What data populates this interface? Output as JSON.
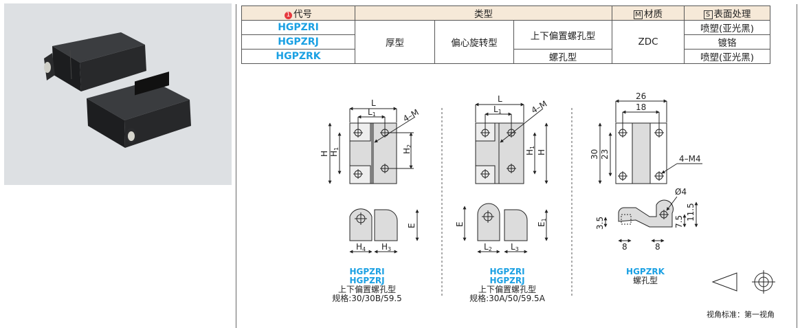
{
  "table": {
    "headers": {
      "code": "代号",
      "code_badge": "1",
      "type": "类型",
      "material": "材质",
      "material_badge": "M",
      "surface": "表面处理",
      "surface_badge": "S"
    },
    "codes": [
      "HGPZRI",
      "HGPZRJ",
      "HGPZRK"
    ],
    "type_thickness": "厚型",
    "type_rotation": "偏心旋转型",
    "type_mount_a": "上下偏置螺孔型",
    "type_mount_b": "螺孔型",
    "material": "ZDC",
    "surfaces": [
      "喷塑(亚光黑)",
      "镀铬",
      "喷塑(亚光黑)"
    ]
  },
  "drawings": {
    "d1": {
      "L": "L",
      "L1": "L",
      "L1_sub": "1",
      "holes": "4–M",
      "H": "H",
      "H1": "H",
      "H1_sub": "1",
      "H2": "H",
      "H2_sub": "2",
      "E": "E",
      "H4": "H",
      "H4_sub": "4",
      "H3": "H",
      "H3_sub": "3"
    },
    "d2": {
      "L": "L",
      "L1": "L",
      "L1_sub": "1",
      "holes": "4–M",
      "H": "H",
      "H1": "H",
      "H1_sub": "1",
      "E": "E",
      "E1": "E",
      "E1_sub": "1",
      "L2": "L",
      "L2_sub": "2",
      "L3": "L",
      "L3_sub": "3"
    },
    "d3": {
      "w26": "26",
      "w18": "18",
      "h30": "30",
      "h23": "23",
      "holes": "4–M4",
      "dia": "Ø4",
      "v35": "3.5",
      "v75": "7.5",
      "v115": "11.5",
      "w8a": "8",
      "w8b": "8"
    }
  },
  "captions": {
    "c1": {
      "code1": "HGPZRI",
      "code2": "HGPZRJ",
      "type": "上下偏置螺孔型",
      "spec": "规格:30/30B/59.5"
    },
    "c2": {
      "code1": "HGPZRI",
      "code2": "HGPZRJ",
      "type": "上下偏置螺孔型",
      "spec": "规格:30A/50/59.5A"
    },
    "c3": {
      "code1": "HGPZRK",
      "type": "螺孔型"
    }
  },
  "projection": {
    "label": "视角标准：第一视角"
  },
  "colors": {
    "code_blue": "#1aa0e3",
    "header_bg": "#f6e9d8",
    "photo_bg": "#dde0e3",
    "badge_red": "#e6393e"
  }
}
